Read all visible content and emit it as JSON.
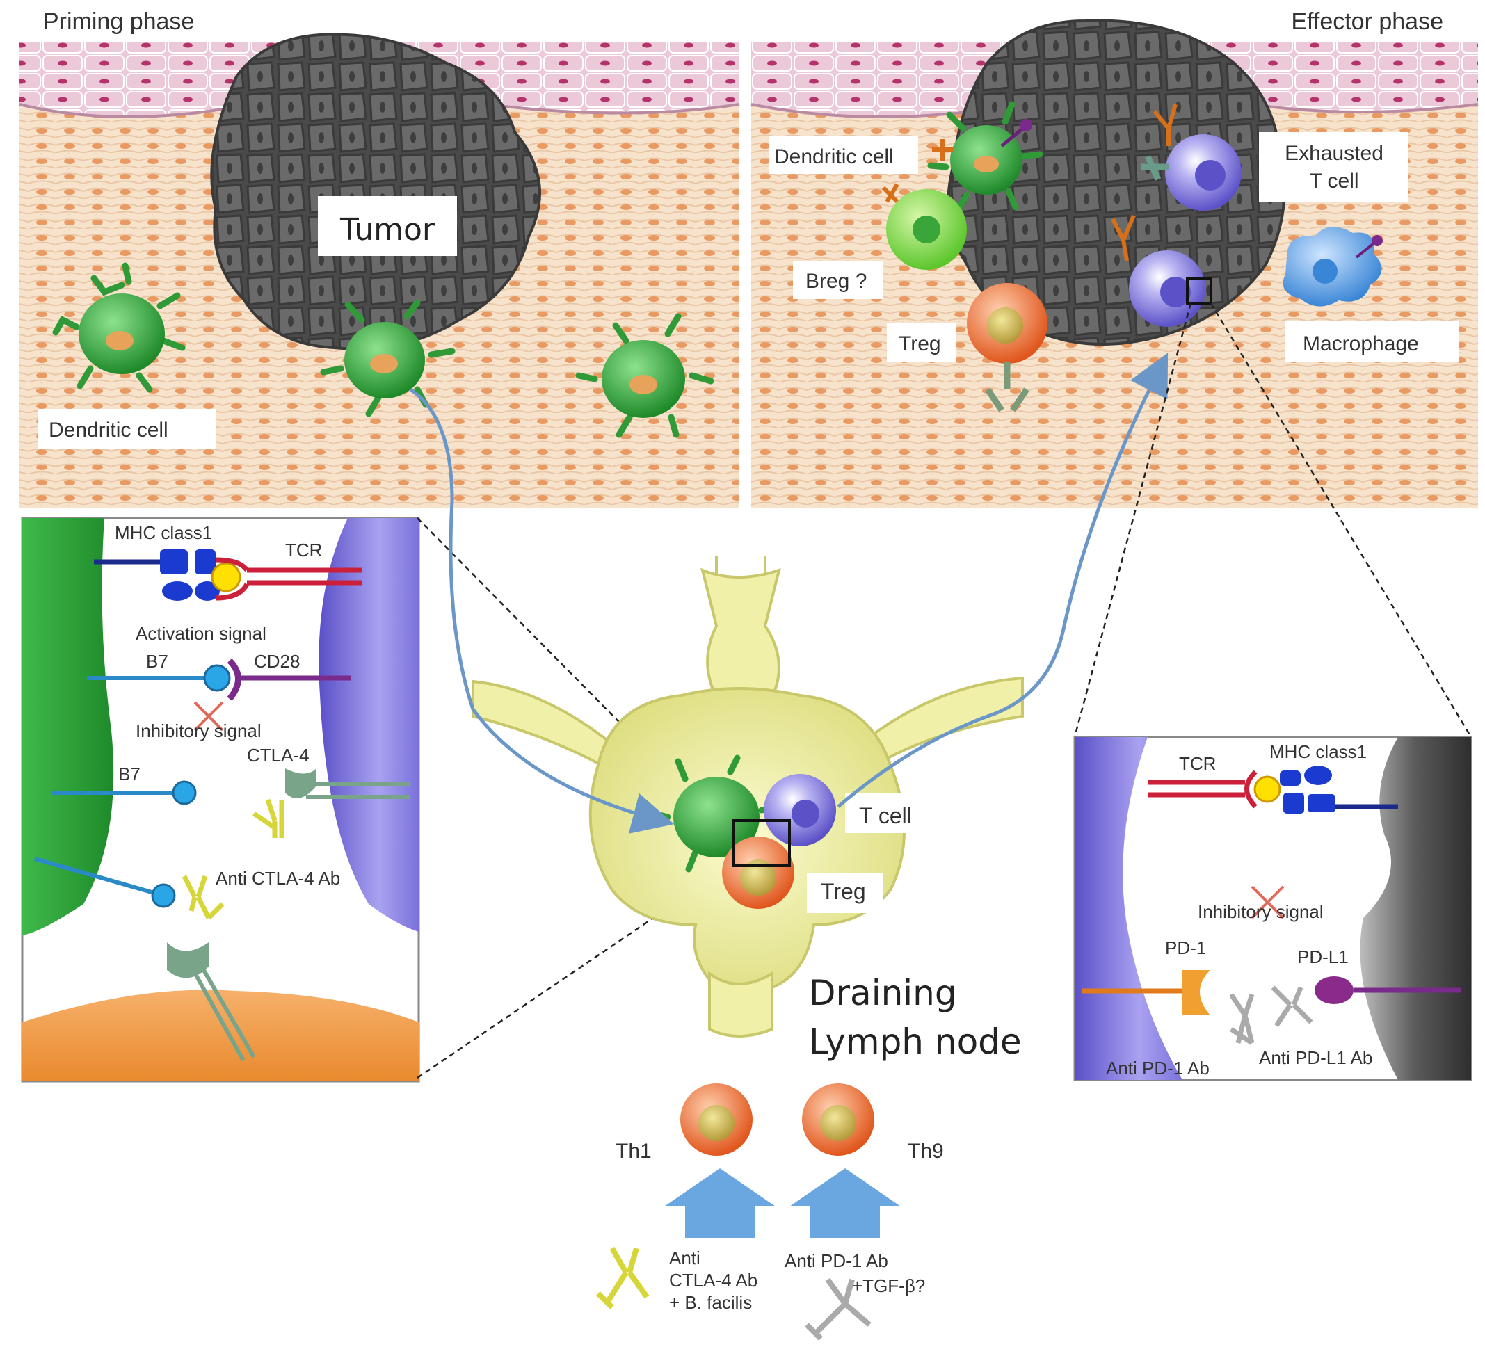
{
  "phases": {
    "priming": "Priming  phase",
    "effector": "Effector phase"
  },
  "priming_panel": {
    "tumor": "Tumor",
    "dendritic_cell": "Dendritic cell"
  },
  "effector_panel": {
    "dendritic_cell": "Dendritic cell",
    "breg": "Breg ?",
    "treg": "Treg",
    "exhausted_t_cell_line1": "Exhausted",
    "exhausted_t_cell_line2": "T cell",
    "macrophage": "Macrophage"
  },
  "left_inset": {
    "mhc_class1": "MHC class1",
    "tcr": "TCR",
    "activation_signal": "Activation signal",
    "b7_top": "B7",
    "cd28": "CD28",
    "inhibitory_signal": "Inhibitory signal",
    "b7_bottom": "B7",
    "ctla4": "CTLA-4",
    "anti_ctla4_ab": "Anti CTLA-4 Ab"
  },
  "lymph_node": {
    "t_cell": "T cell",
    "treg": "Treg",
    "title_line1": "Draining",
    "title_line2": "Lymph node"
  },
  "right_inset": {
    "tcr": "TCR",
    "mhc_class1": "MHC class1",
    "inhibitory_signal": "Inhibitory signal",
    "pd1": "PD-1",
    "pdl1": "PD-L1",
    "anti_pd1_ab": "Anti PD-1 Ab",
    "anti_pdl1_ab": "Anti PD-L1 Ab"
  },
  "bottom": {
    "th1": "Th1",
    "th9": "Th9",
    "left_line1": "Anti",
    "left_line2": "CTLA-4 Ab",
    "left_line3": "+ B. facilis",
    "right_line1": "Anti PD-1 Ab",
    "right_line2": "+TGF-β?"
  },
  "colors": {
    "tumor": "#5a5a5a",
    "dendritic": "#3aa63a",
    "t_cell": "#7b74d6",
    "treg": "#e8743a",
    "lymph": "#e6e79a",
    "arrow": "#6a96c8",
    "tissue": "#f6e1c8",
    "epidermis": "#e7c4d4"
  }
}
